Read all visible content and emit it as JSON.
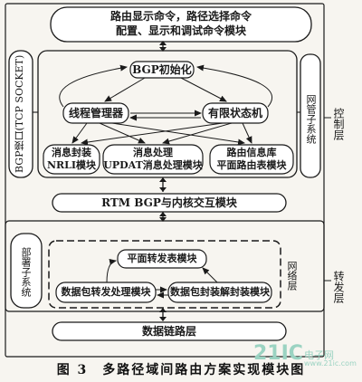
{
  "top_module": {
    "line1": "路由显示命令，路径选择命令",
    "line2": "配置、显示和调试命令模块"
  },
  "bgp_init": "BGP初始化",
  "thread_manager": "线程管理器",
  "fsm": "有限状态机",
  "msg_encap": {
    "line1": "消息封装",
    "line2": "NRLI模块"
  },
  "msg_proc": {
    "line1": "消息处理",
    "line2": "UPDAT消息处理模块"
  },
  "route_db": {
    "line1": "路由信息库",
    "line2": "平面路由表模块"
  },
  "bgp_socket": "BGP接口(TCP SOCKET)",
  "nms_subsystem": "网管子系统",
  "control_layer": "控制层",
  "rtm_module": "RTM BGP与内核交互模块",
  "deploy_subsystem": "部署子系统",
  "flat_forwarding": "平面转发表模块",
  "packet_fwd": "数据包转发处理模块",
  "packet_encap": "数据包封装解封装模块",
  "network_layer": "网络层",
  "forwarding_layer": "转发层",
  "datalink_layer": "数据链路层",
  "caption": "图 3　多路径域间路由方案实现模块图",
  "watermark": {
    "logo": "21IC",
    "cn": "电子网",
    "url": "www.21ic.com"
  }
}
